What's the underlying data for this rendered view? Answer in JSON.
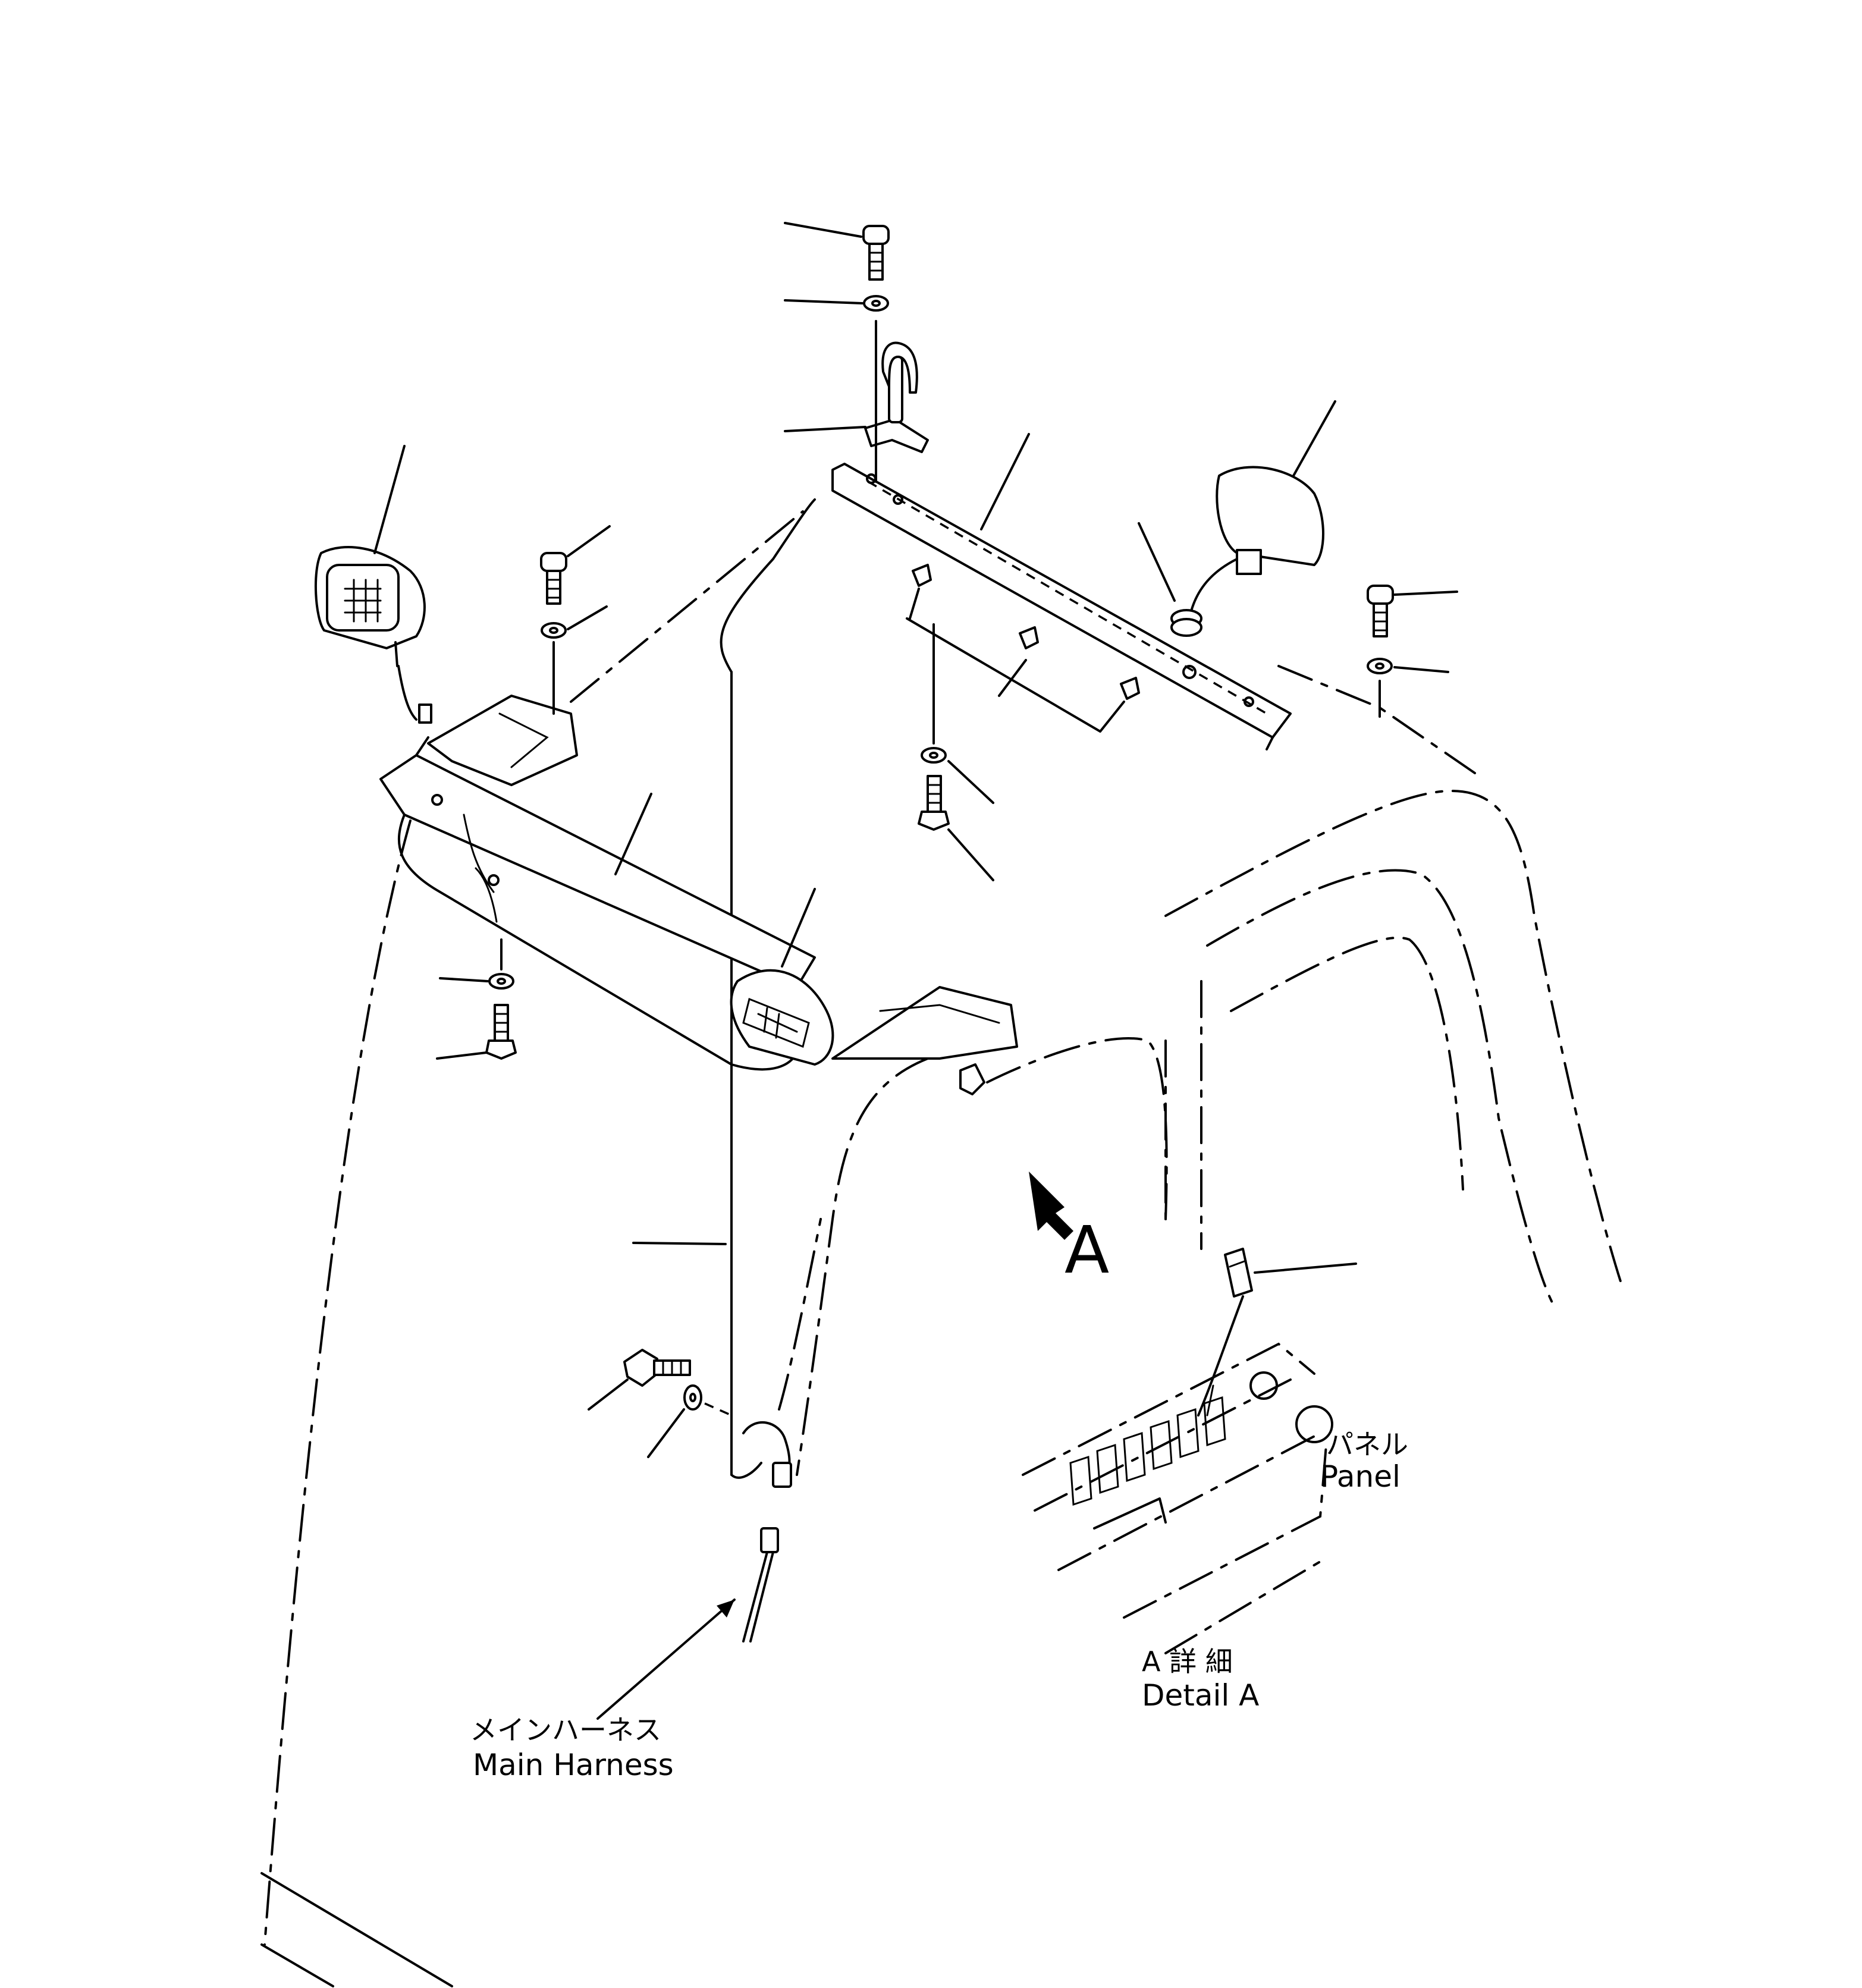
{
  "labels": {
    "detail_view_letter": "A",
    "main_harness_jp": "メインハーネス",
    "main_harness_en": "Main Harness",
    "panel_jp": "パネル",
    "panel_en": "Panel",
    "detail_jp": "A 詳 細",
    "detail_en": "Detail A"
  }
}
